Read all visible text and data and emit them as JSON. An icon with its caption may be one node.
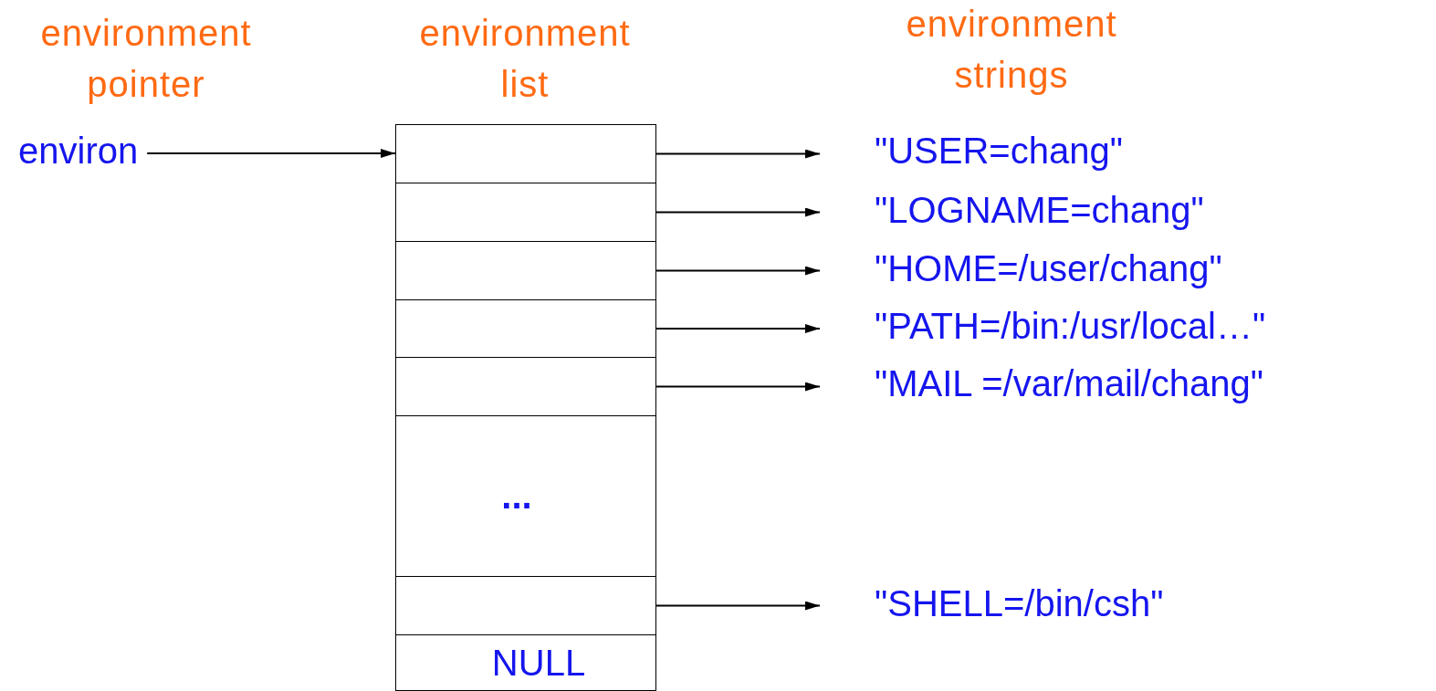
{
  "diagram": {
    "nodes": [
      {
        "text": [
          "environ"
        ]
      },
      {
        "text": [],
        "shape": "box"
      },
      {
        "text": [],
        "shape": "box"
      },
      {
        "text": [],
        "shape": "box"
      },
      {
        "text": [],
        "shape": "box"
      },
      {
        "text": [],
        "shape": "box"
      },
      {
        "text": [
          "..."
        ]
      },
      {
        "text": [],
        "shape": "box"
      },
      {
        "text": [
          "NULL"
        ]
      },
      {
        "text": [
          "\"USER=chang\""
        ]
      },
      {
        "text": [
          "\"LOGNAME=chang\""
        ]
      },
      {
        "text": [
          "\"HOME=/user/chang\""
        ]
      },
      {
        "text": [
          "\"PATH=/bin:/usr/local…\""
        ]
      },
      {
        "text": [
          "\"MAIL =/var/mail/chang\""
        ]
      },
      {
        "text": [
          "\"SHELL=/bin/csh\""
        ]
      }
    ],
    "edges": [
      {
        "from": 0,
        "to": 1,
        "arrow": "to"
      },
      {
        "from": 1,
        "to": 9,
        "arrow": "to"
      },
      {
        "from": 2,
        "to": 10,
        "arrow": "to"
      },
      {
        "from": 3,
        "to": 11,
        "arrow": "to"
      },
      {
        "from": 4,
        "to": 12,
        "arrow": "to"
      },
      {
        "from": 5,
        "to": 13,
        "arrow": "to"
      },
      {
        "from": 7,
        "to": 14,
        "arrow": "to"
      }
    ],
    "labels": [
      "environment pointer",
      "environment list",
      "environment strings"
    ]
  }
}
